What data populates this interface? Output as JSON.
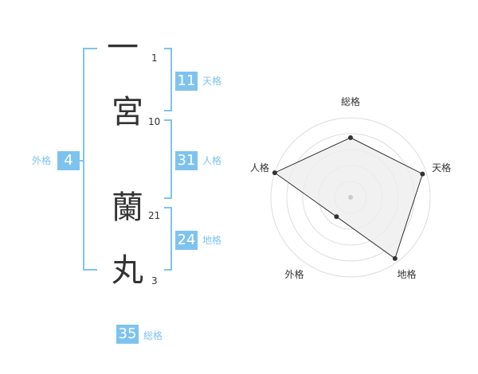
{
  "name": {
    "chars": [
      {
        "char": "一",
        "strokes": "1"
      },
      {
        "char": "宮",
        "strokes": "10"
      },
      {
        "char": "蘭",
        "strokes": "21"
      },
      {
        "char": "丸",
        "strokes": "3"
      }
    ]
  },
  "fortunes": {
    "tenkaku": {
      "value": "11",
      "label": "天格"
    },
    "jinkaku": {
      "value": "31",
      "label": "人格"
    },
    "chikaku": {
      "value": "24",
      "label": "地格"
    },
    "gaikaku": {
      "value": "4",
      "label": "外格"
    },
    "soukaku": {
      "value": "35",
      "label": "総格"
    }
  },
  "colors": {
    "accent": "#7ec3ef",
    "text": "#333333",
    "radar_fill": "#eeeeee",
    "radar_grid": "#dddddd"
  },
  "chart_data": {
    "type": "radar",
    "axes": [
      "総格",
      "天格",
      "地格",
      "外格",
      "人格"
    ],
    "values": [
      0.75,
      0.95,
      0.95,
      0.3,
      1.0
    ],
    "range": [
      0,
      1
    ],
    "rings": 5
  }
}
